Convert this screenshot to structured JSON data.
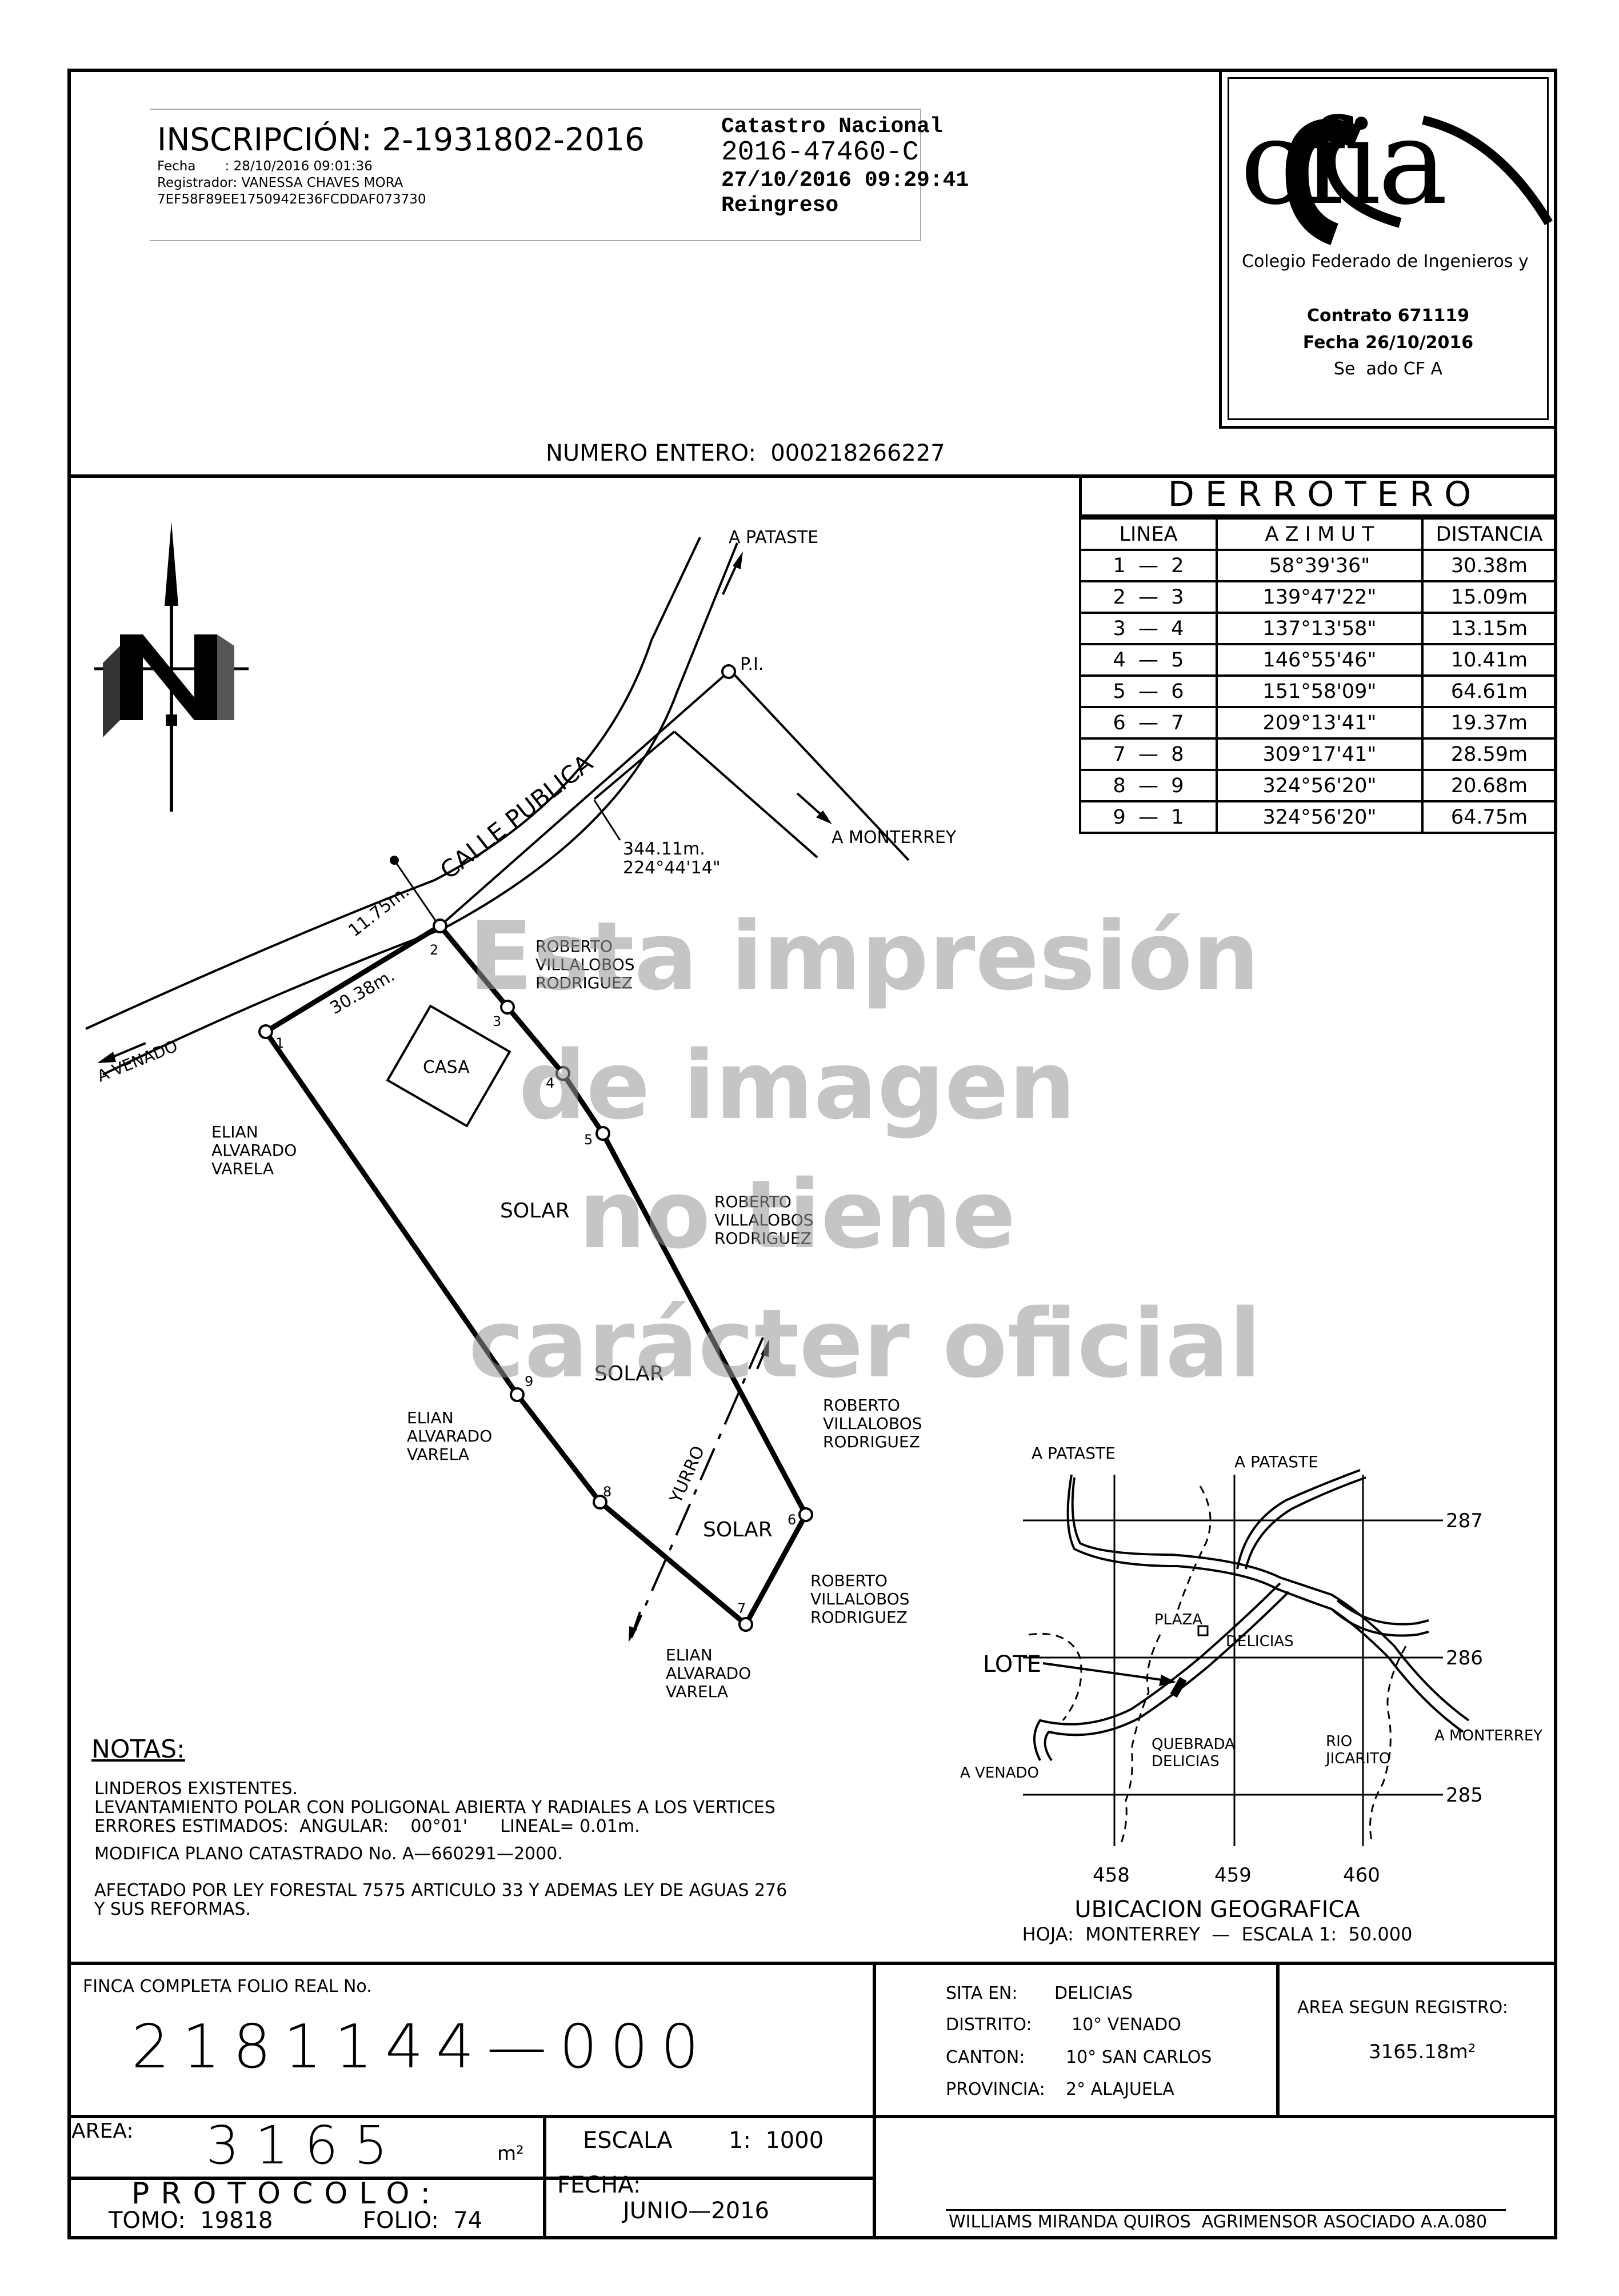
{
  "header": {
    "inscripcion": "INSCRIPCIÓN: 2-1931802-2016",
    "fecha": "Fecha       : 28/10/2016 09:01:36",
    "registrador": "Registrador: VANESSA CHAVES MORA",
    "hash": "7EF58F89EE1750942E36FCDDAF073730",
    "catastro_title": "Catastro Nacional",
    "catastro_number": "2016-47460-C",
    "catastro_datetime": "27/10/2016 09:29:41",
    "catastro_status": "Reingreso"
  },
  "cfia": {
    "logo": "cfia",
    "org": "Colegio Federado de Ingenieros y",
    "contrato": "Contrato 671119",
    "fecha": "Fecha 26/10/2016",
    "sello": "Se  ado CF A"
  },
  "numero_entero": "NUMERO ENTERO:  000218266227",
  "derrotero": {
    "title": "D E R R O T E R O",
    "headers": [
      "LINEA",
      "A Z I M U T",
      "DISTANCIA"
    ],
    "rows": [
      [
        "1  —  2",
        "58°39'36\"",
        "30.38m"
      ],
      [
        "2  —  3",
        "139°47'22\"",
        "15.09m"
      ],
      [
        "3  —  4",
        "137°13'58\"",
        "13.15m"
      ],
      [
        "4  —  5",
        "146°55'46\"",
        "10.41m"
      ],
      [
        "5  —  6",
        "151°58'09\"",
        "64.61m"
      ],
      [
        "6  —  7",
        "209°13'41\"",
        "19.37m"
      ],
      [
        "7  —  8",
        "309°17'41\"",
        "28.59m"
      ],
      [
        "8  —  9",
        "324°56'20\"",
        "20.68m"
      ],
      [
        "9  —  1",
        "324°56'20\"",
        "64.75m"
      ]
    ]
  },
  "plan": {
    "a_pataste": "A PATASTE",
    "pi": "P.I.",
    "a_monterrey": "A MONTERREY",
    "calle_publica": "CALLE PUBLICA",
    "dist_pi": "344.11m.",
    "az_pi": "224°44'14\"",
    "width": "11.75m.",
    "a_venado": "A VENADO",
    "seg_12": "30.38m.",
    "casa": "CASA",
    "solar": "SOLAR",
    "yurro": "YURRO",
    "point_labels": [
      "1",
      "2",
      "3",
      "4",
      "5",
      "6",
      "7",
      "8",
      "9"
    ],
    "roberto_1": "ROBERTO",
    "roberto_2": "VILLALOBOS",
    "roberto_3": "RODRIGUEZ",
    "elian_1": "ELIAN",
    "elian_2": "ALVARADO",
    "elian_3": "VARELA"
  },
  "watermark": [
    "Esta impresión",
    "de imagen",
    "no tiene",
    "carácter oficial"
  ],
  "notas": {
    "title": "NOTAS:",
    "lines": [
      "LINDEROS EXISTENTES.",
      "LEVANTAMIENTO POLAR CON POLIGONAL ABIERTA Y RADIALES A LOS VERTICES",
      "ERRORES ESTIMADOS:  ANGULAR:    00°01'      LINEAL= 0.01m.",
      "MODIFICA PLANO CATASTRADO No. A—660291—2000.",
      "AFECTADO POR LEY FORESTAL 7575 ARTICULO 33 Y ADEMAS LEY DE AGUAS 276",
      "Y SUS REFORMAS."
    ]
  },
  "location_map": {
    "a_pataste_left": "A PATASTE",
    "a_pataste_right": "A PATASTE",
    "y287": "287",
    "y286": "286",
    "y285": "285",
    "x458": "458",
    "x459": "459",
    "x460": "460",
    "plaza": "PLAZA",
    "delicias": "DELICIAS",
    "lote": "LOTE",
    "a_monterrey": "A MONTERREY",
    "quebrada_1": "QUEBRADA",
    "quebrada_2": "DELICIAS",
    "rio_1": "RIO",
    "rio_2": "JICARITO",
    "a_venado": "A VENADO",
    "title": "UBICACION GEOGRAFICA",
    "subtitle": "HOJA:  MONTERREY  —  ESCALA 1:  50.000"
  },
  "footer": {
    "finca_label": "FINCA COMPLETA FOLIO REAL No.",
    "finca_number": "2181144—000",
    "sita_label": "SITA EN:",
    "sita_value": "DELICIAS",
    "distrito_label": "DISTRITO:",
    "distrito_value": "10° VENADO",
    "canton_label": "CANTON:",
    "canton_value": "10° SAN CARLOS",
    "provincia_label": "PROVINCIA:",
    "provincia_value": "2° ALAJUELA",
    "area_registro_label": "AREA SEGUN REGISTRO:",
    "area_registro_value": "3165.18m²",
    "area_label": "AREA:",
    "area_value": "3165",
    "area_unit": "m²",
    "escala_label": "ESCALA",
    "escala_value": "1:  1000",
    "protocolo": "PROTOCOLO:",
    "tomo": "TOMO:  19818",
    "folio": "FOLIO:  74",
    "fecha_label": "FECHA:",
    "fecha_value": "JUNIO—2016",
    "agrimensor": "WILLIAMS MIRANDA QUIROS  AGRIMENSOR ASOCIADO A.A.080"
  }
}
